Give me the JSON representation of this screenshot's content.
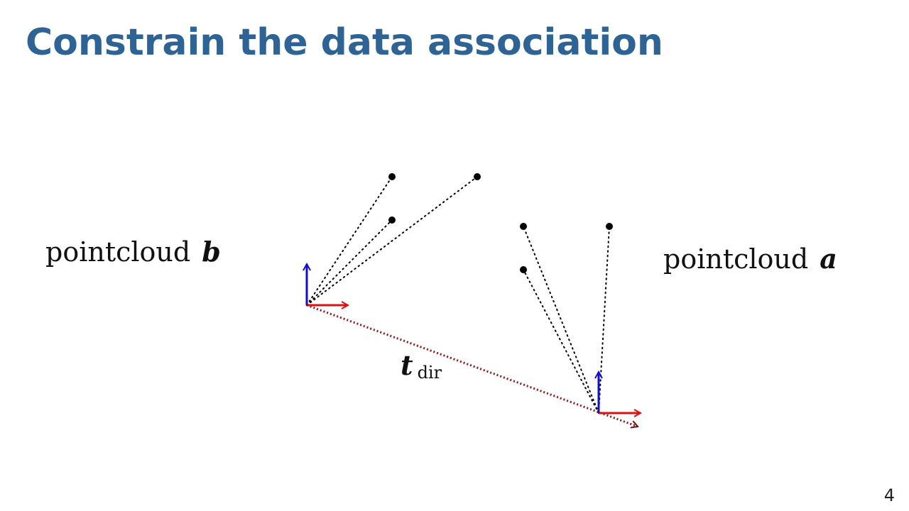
{
  "slide": {
    "title": "Constrain the data association",
    "page_number": "4"
  },
  "diagram": {
    "label_b": {
      "word": "pointcloud",
      "symbol": "b"
    },
    "label_a": {
      "word": "pointcloud",
      "symbol": "a"
    },
    "translation": {
      "symbol": "t",
      "subscript": "dir"
    },
    "colors": {
      "x_axis": "#dd1111",
      "y_axis": "#1111cc",
      "translation_line": "#8b1a1a",
      "points": "#000000",
      "title": "#2e6395"
    }
  }
}
